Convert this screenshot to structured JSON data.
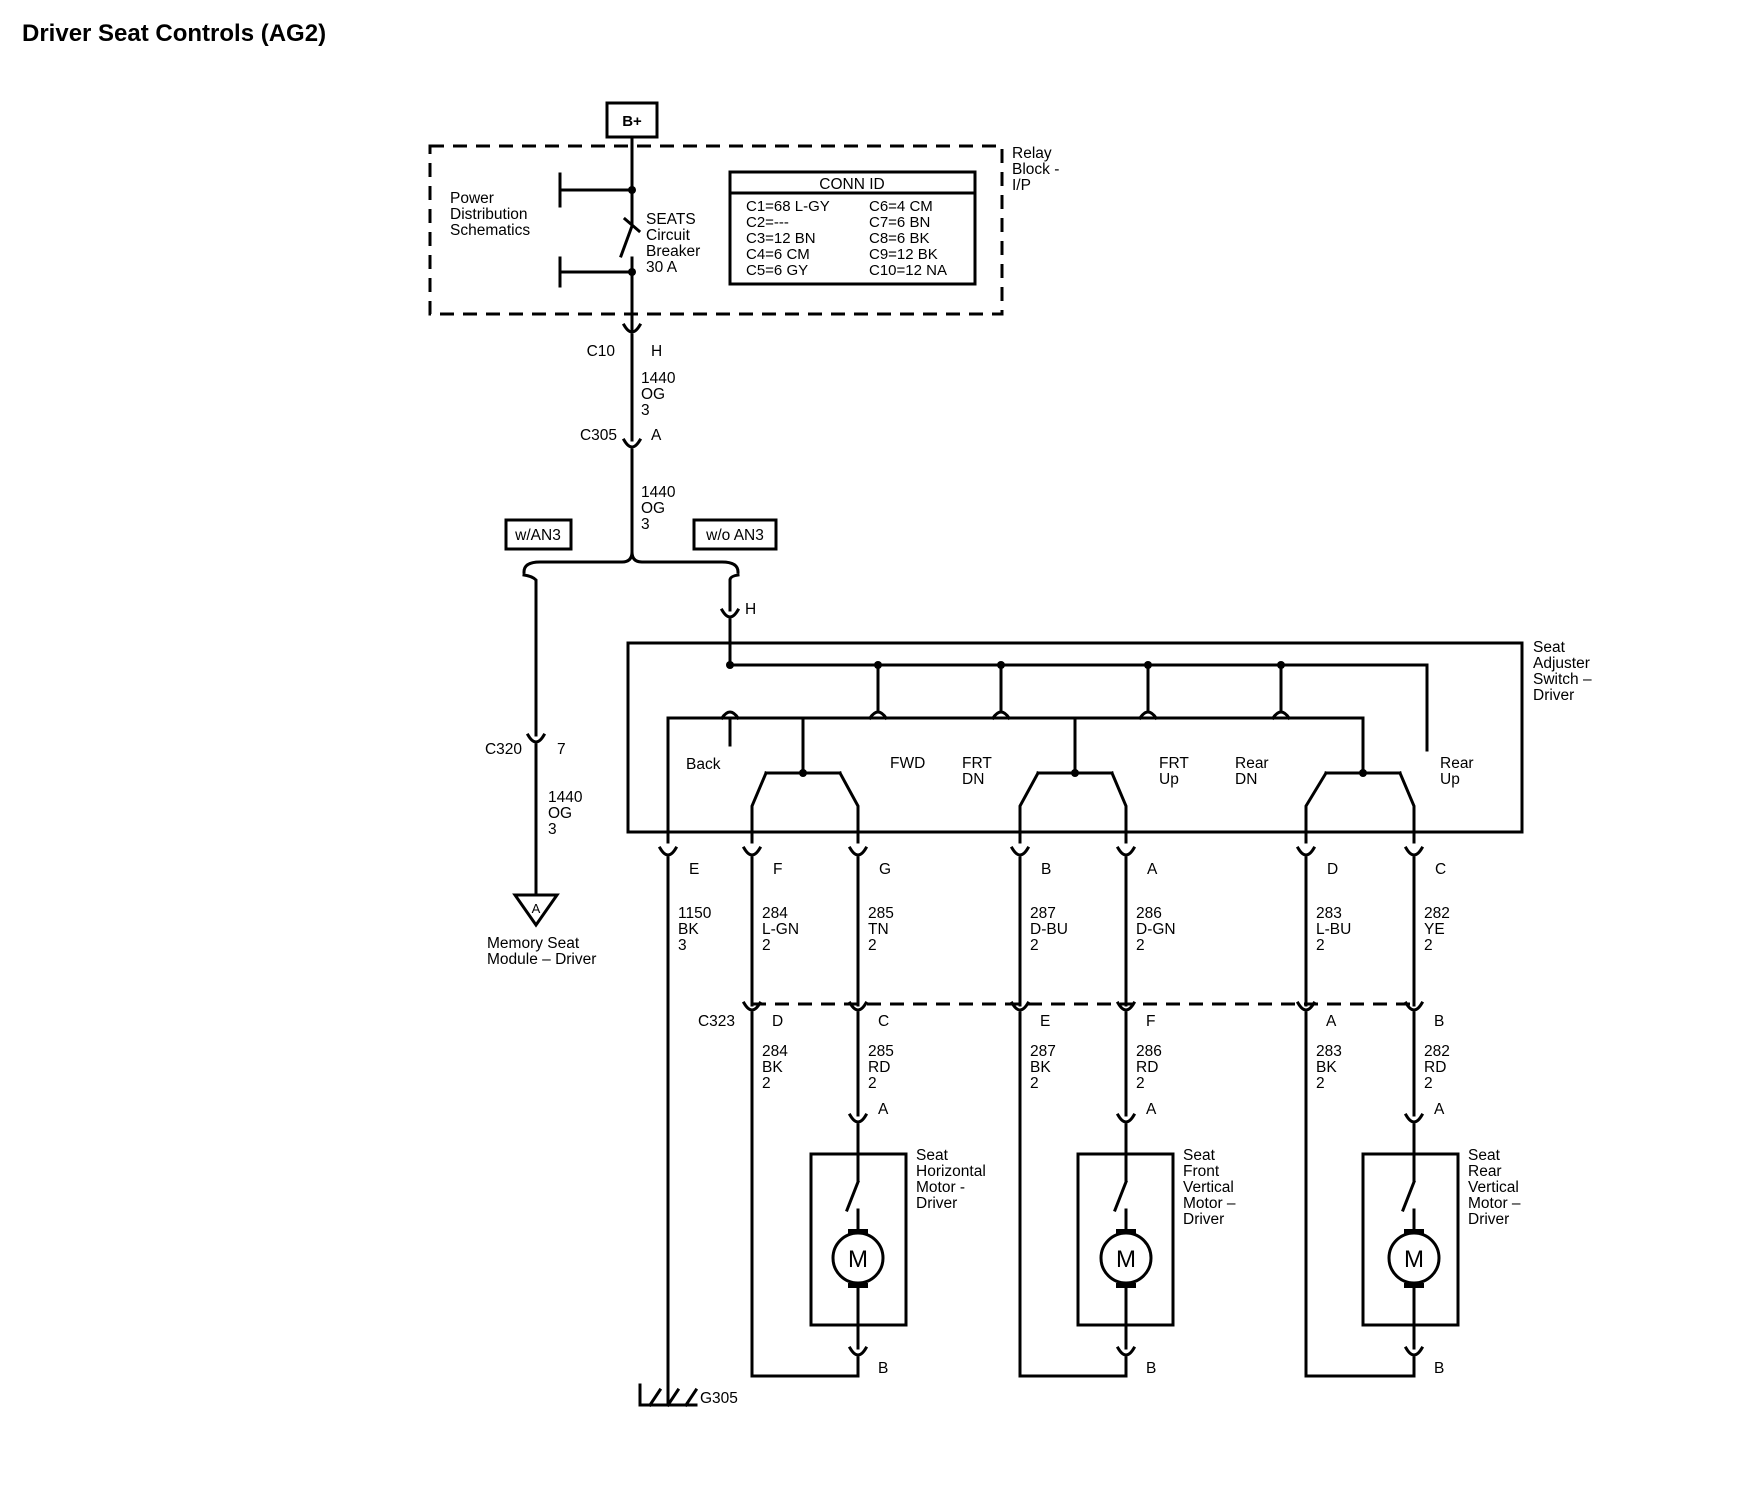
{
  "title": "Driver Seat Controls (AG2)",
  "battery": "B+",
  "relay_block": {
    "label": [
      "Relay",
      "Block -",
      "I/P"
    ],
    "power_ref": [
      "Power",
      "Distribution",
      "Schematics"
    ],
    "breaker": [
      "SEATS",
      "Circuit",
      "Breaker",
      "30 A"
    ],
    "conn_id_title": "CONN ID",
    "conn_id_left": [
      "C1=68 L-GY",
      "C2=---",
      "C3=12 BN",
      "C4=6 CM",
      "C5=6 GY"
    ],
    "conn_id_right": [
      "C6=4 CM",
      "C7=6 BN",
      "C8=6 BK",
      "C9=12 BK",
      "C10=12 NA"
    ]
  },
  "feed": {
    "c10": "C10",
    "c10_pin": "H",
    "wire1": [
      "1440",
      "OG",
      "3"
    ],
    "c305": "C305",
    "c305_pin": "A",
    "wire2": [
      "1440",
      "OG",
      "3"
    ]
  },
  "options": {
    "with": "w/AN3",
    "without": "w/o AN3"
  },
  "memory_branch": {
    "c320": "C320",
    "c320_pin": "7",
    "wire": [
      "1440",
      "OG",
      "3"
    ],
    "ref_letter": "A",
    "module": [
      "Memory Seat",
      "Module – Driver"
    ]
  },
  "switch": {
    "input_pin": "H",
    "label": [
      "Seat",
      "Adjuster",
      "Switch –",
      "Driver"
    ],
    "positions": {
      "back": [
        "Back"
      ],
      "fwd": [
        "FWD"
      ],
      "frt_dn": [
        "FRT",
        "DN"
      ],
      "frt_up": [
        "FRT",
        "Up"
      ],
      "rear_dn": [
        "Rear",
        "DN"
      ],
      "rear_up": [
        "Rear",
        "Up"
      ]
    },
    "pins": [
      "E",
      "F",
      "G",
      "B",
      "A",
      "D",
      "C"
    ]
  },
  "upper_wires": [
    [
      "1150",
      "BK",
      "3"
    ],
    [
      "284",
      "L-GN",
      "2"
    ],
    [
      "285",
      "TN",
      "2"
    ],
    [
      "287",
      "D-BU",
      "2"
    ],
    [
      "286",
      "D-GN",
      "2"
    ],
    [
      "283",
      "L-BU",
      "2"
    ],
    [
      "282",
      "YE",
      "2"
    ]
  ],
  "c323": {
    "name": "C323",
    "pins": [
      "D",
      "C",
      "E",
      "F",
      "A",
      "B"
    ]
  },
  "lower_wires": [
    [
      "284",
      "BK",
      "2"
    ],
    [
      "285",
      "RD",
      "2"
    ],
    [
      "287",
      "BK",
      "2"
    ],
    [
      "286",
      "RD",
      "2"
    ],
    [
      "283",
      "BK",
      "2"
    ],
    [
      "282",
      "RD",
      "2"
    ]
  ],
  "motors": [
    {
      "label": [
        "Seat",
        "Horizontal",
        "Motor -",
        "Driver"
      ],
      "symbol": "M",
      "pin_top": "A",
      "pin_bottom": "B"
    },
    {
      "label": [
        "Seat",
        "Front",
        "Vertical",
        "Motor –",
        "Driver"
      ],
      "symbol": "M",
      "pin_top": "A",
      "pin_bottom": "B"
    },
    {
      "label": [
        "Seat",
        "Rear",
        "Vertical",
        "Motor –",
        "Driver"
      ],
      "symbol": "M",
      "pin_top": "A",
      "pin_bottom": "B"
    }
  ],
  "ground": "G305"
}
